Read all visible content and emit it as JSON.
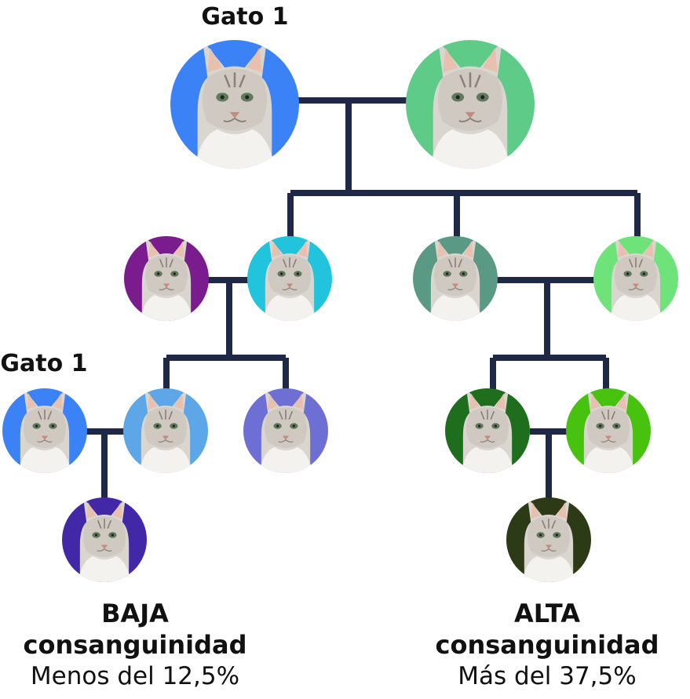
{
  "diagram": {
    "top_label": "Gato 1",
    "left_label": "Gato 1",
    "left_caption": {
      "line1": "BAJA",
      "line2": "consanguinidad",
      "line3": "Menos del 12,5%"
    },
    "right_caption": {
      "line1": "ALTA",
      "line2": "consanguinidad",
      "line3": "Más del 37,5%"
    },
    "colors": {
      "line": "#1f2847",
      "gen1_cat1": "#3b82f6",
      "gen1_cat2": "#5fcb88",
      "gen2_a": "#7b1c8e",
      "gen2_b": "#22c3dd",
      "gen2_c": "#5a9a85",
      "gen2_d": "#6ee37a",
      "gen3_cat1": "#3b82f6",
      "gen3_a": "#5da7e8",
      "gen3_b": "#6d6fd4",
      "gen3_c": "#1f6e1e",
      "gen3_d": "#47c20f",
      "gen4_left": "#4228a6",
      "gen4_right": "#2c3a16"
    }
  }
}
